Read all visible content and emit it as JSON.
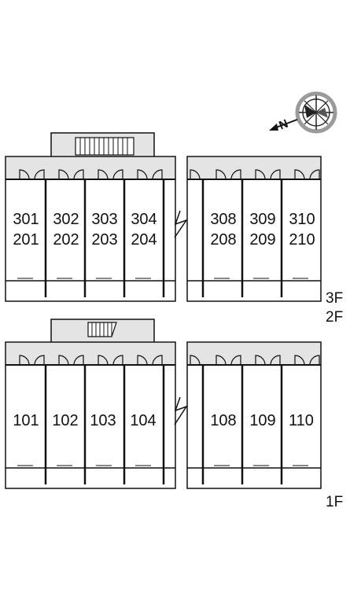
{
  "compass": {
    "north_label": "N"
  },
  "floors": {
    "upper": {
      "label_a": "3F",
      "label_b": "2F",
      "units": [
        {
          "top": "301",
          "bottom": "201"
        },
        {
          "top": "302",
          "bottom": "202"
        },
        {
          "top": "303",
          "bottom": "203"
        },
        {
          "top": "304",
          "bottom": "204"
        },
        {
          "top": "308",
          "bottom": "208"
        },
        {
          "top": "309",
          "bottom": "209"
        },
        {
          "top": "310",
          "bottom": "210"
        }
      ]
    },
    "ground": {
      "label": "1F",
      "units": [
        "101",
        "102",
        "103",
        "104",
        "108",
        "109",
        "110"
      ]
    }
  },
  "colors": {
    "corridor": "#e4e4e4",
    "line": "#111111",
    "compass_ring": "#9a9a9a"
  }
}
